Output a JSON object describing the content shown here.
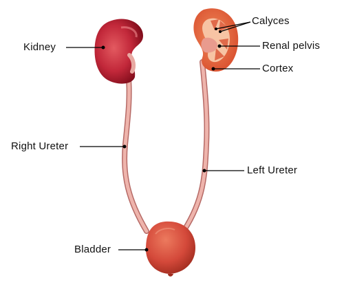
{
  "labels": {
    "kidney": "Kidney",
    "calyces": "Calyces",
    "renal_pelvis": "Renal pelvis",
    "cortex": "Cortex",
    "right_ureter": "Right Ureter",
    "left_ureter": "Left Ureter",
    "bladder": "Bladder"
  },
  "colors": {
    "kidney_dark": "#8e1020",
    "kidney_mid": "#c2283a",
    "kidney_light": "#e35a60",
    "cortex": "#e8643f",
    "medulla": "#f7c4a4",
    "ureter": "#e8a9a2",
    "ureter_edge": "#b66a66",
    "bladder": "#d8503c",
    "bladder_dark": "#a8301f",
    "leader": "#000000"
  }
}
